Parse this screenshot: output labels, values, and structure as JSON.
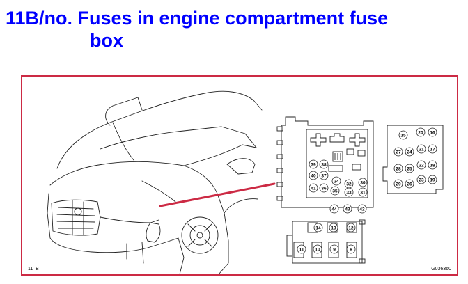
{
  "title": {
    "line1": "11B/no. Fuses in engine compartment fuse",
    "line2": "box"
  },
  "figure": {
    "ref_left": "11_B",
    "ref_right": "G036360",
    "pointer_color": "#cc2a44",
    "frame_color": "#cc2a44",
    "title_color": "#0000ff"
  },
  "fuses": {
    "main_box": [
      "39",
      "38",
      "40",
      "37",
      "41",
      "36",
      "34",
      "35",
      "32",
      "33",
      "30",
      "31"
    ],
    "main_box_bottom": [
      "44",
      "43",
      "42"
    ],
    "lower_box": [
      "14",
      "13",
      "12",
      "11",
      "10",
      "9",
      "8"
    ],
    "right_box": [
      "15",
      "20",
      "16",
      "27",
      "24",
      "21",
      "17",
      "28",
      "25",
      "22",
      "18",
      "29",
      "26",
      "23",
      "19"
    ]
  }
}
